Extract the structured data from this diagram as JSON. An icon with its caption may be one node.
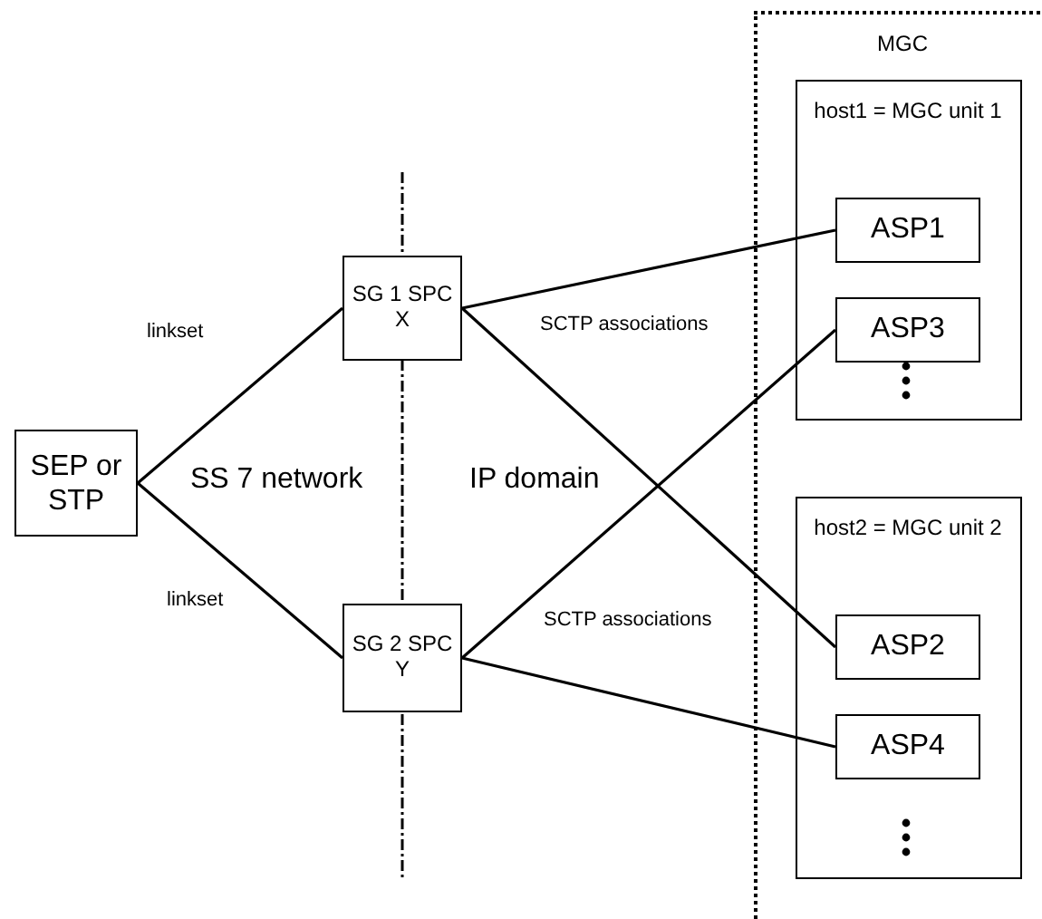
{
  "diagram": {
    "nodes": [
      {
        "text": [
          "SEP or STP"
        ]
      },
      {
        "text": [
          "SG 1 SPC X"
        ]
      },
      {
        "text": [
          "SG 2 SPC Y"
        ]
      },
      {
        "text": [
          "MGC"
        ]
      },
      {
        "text": [
          "host1 = MGC unit 1"
        ],
        "in": 3
      },
      {
        "text": [
          "ASP1"
        ],
        "in": 4
      },
      {
        "text": [
          "ASP3"
        ],
        "in": 4
      },
      {
        "text": [
          "host2 = MGC unit 2"
        ],
        "in": 3
      },
      {
        "text": [
          "ASP2"
        ],
        "in": 7
      },
      {
        "text": [
          "ASP4"
        ],
        "in": 7
      }
    ],
    "edges": [
      {
        "from": 0,
        "to": 1,
        "arrow": "none"
      },
      {
        "from": 0,
        "to": 2,
        "arrow": "none"
      },
      {
        "from": 1,
        "to": 5,
        "arrow": "none"
      },
      {
        "from": 1,
        "to": 8,
        "arrow": "none"
      },
      {
        "from": 2,
        "to": 6,
        "arrow": "none"
      },
      {
        "from": 2,
        "to": 9,
        "arrow": "none"
      }
    ],
    "labels": [
      "linkset",
      "SS 7 network",
      "IP domain",
      "SCTP associations",
      "linkset",
      "SCTP associations"
    ]
  }
}
